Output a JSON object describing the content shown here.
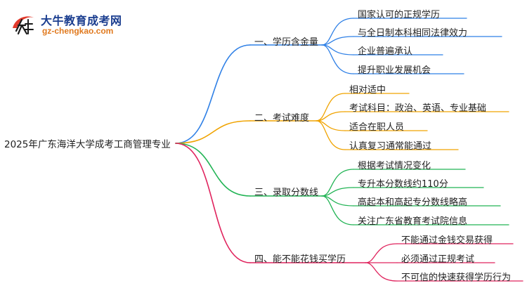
{
  "logo": {
    "name": "大牛教育成考网",
    "url": "gz-chengkao.com"
  },
  "root": "2025年广东海洋大学成考工商管理专业",
  "branches": [
    {
      "label": "一、学历含金量",
      "color": "#2f80e6",
      "leaves": [
        "国家认可的正规学历",
        "与全日制本科相同法律效力",
        "企业普遍承认",
        "提升职业发展机会"
      ]
    },
    {
      "label": "二、考试难度",
      "color": "#f0a300",
      "leaves": [
        "相对适中",
        "考试科目：政治、英语、专业基础",
        "适合在职人员",
        "认真复习通常能通过"
      ]
    },
    {
      "label": "三、录取分数线",
      "color": "#22b455",
      "leaves": [
        "根据考试情况变化",
        "专升本分数线约110分",
        "高起本和高起专分数线略高",
        "关注广东省教育考试院信息"
      ]
    },
    {
      "label": "四、能不能花钱买学历",
      "color": "#e0245e",
      "leaves": [
        "不能通过金钱交易获得",
        "必须通过正规考试",
        "不可信的快速获得学历行为"
      ]
    }
  ]
}
